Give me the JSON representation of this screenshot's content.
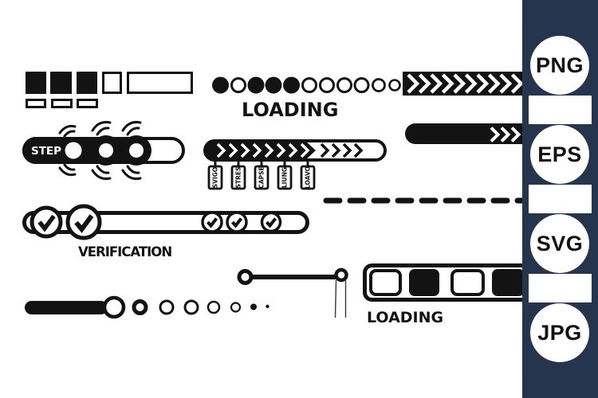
{
  "artwork": {
    "ink_color": "#131313",
    "loading_top_label": "LOADING",
    "step_label": "STEP",
    "verification_label": "VERIFICATION",
    "loading_bottom_label": "LOADING",
    "tags": [
      "SVIGO",
      "STRES",
      "CAPSE",
      "LIUNG",
      "LOAVO"
    ]
  },
  "sidebar": {
    "background_color": "#25354D",
    "formats": [
      "PNG",
      "EPS",
      "SVG",
      "JPG"
    ]
  }
}
